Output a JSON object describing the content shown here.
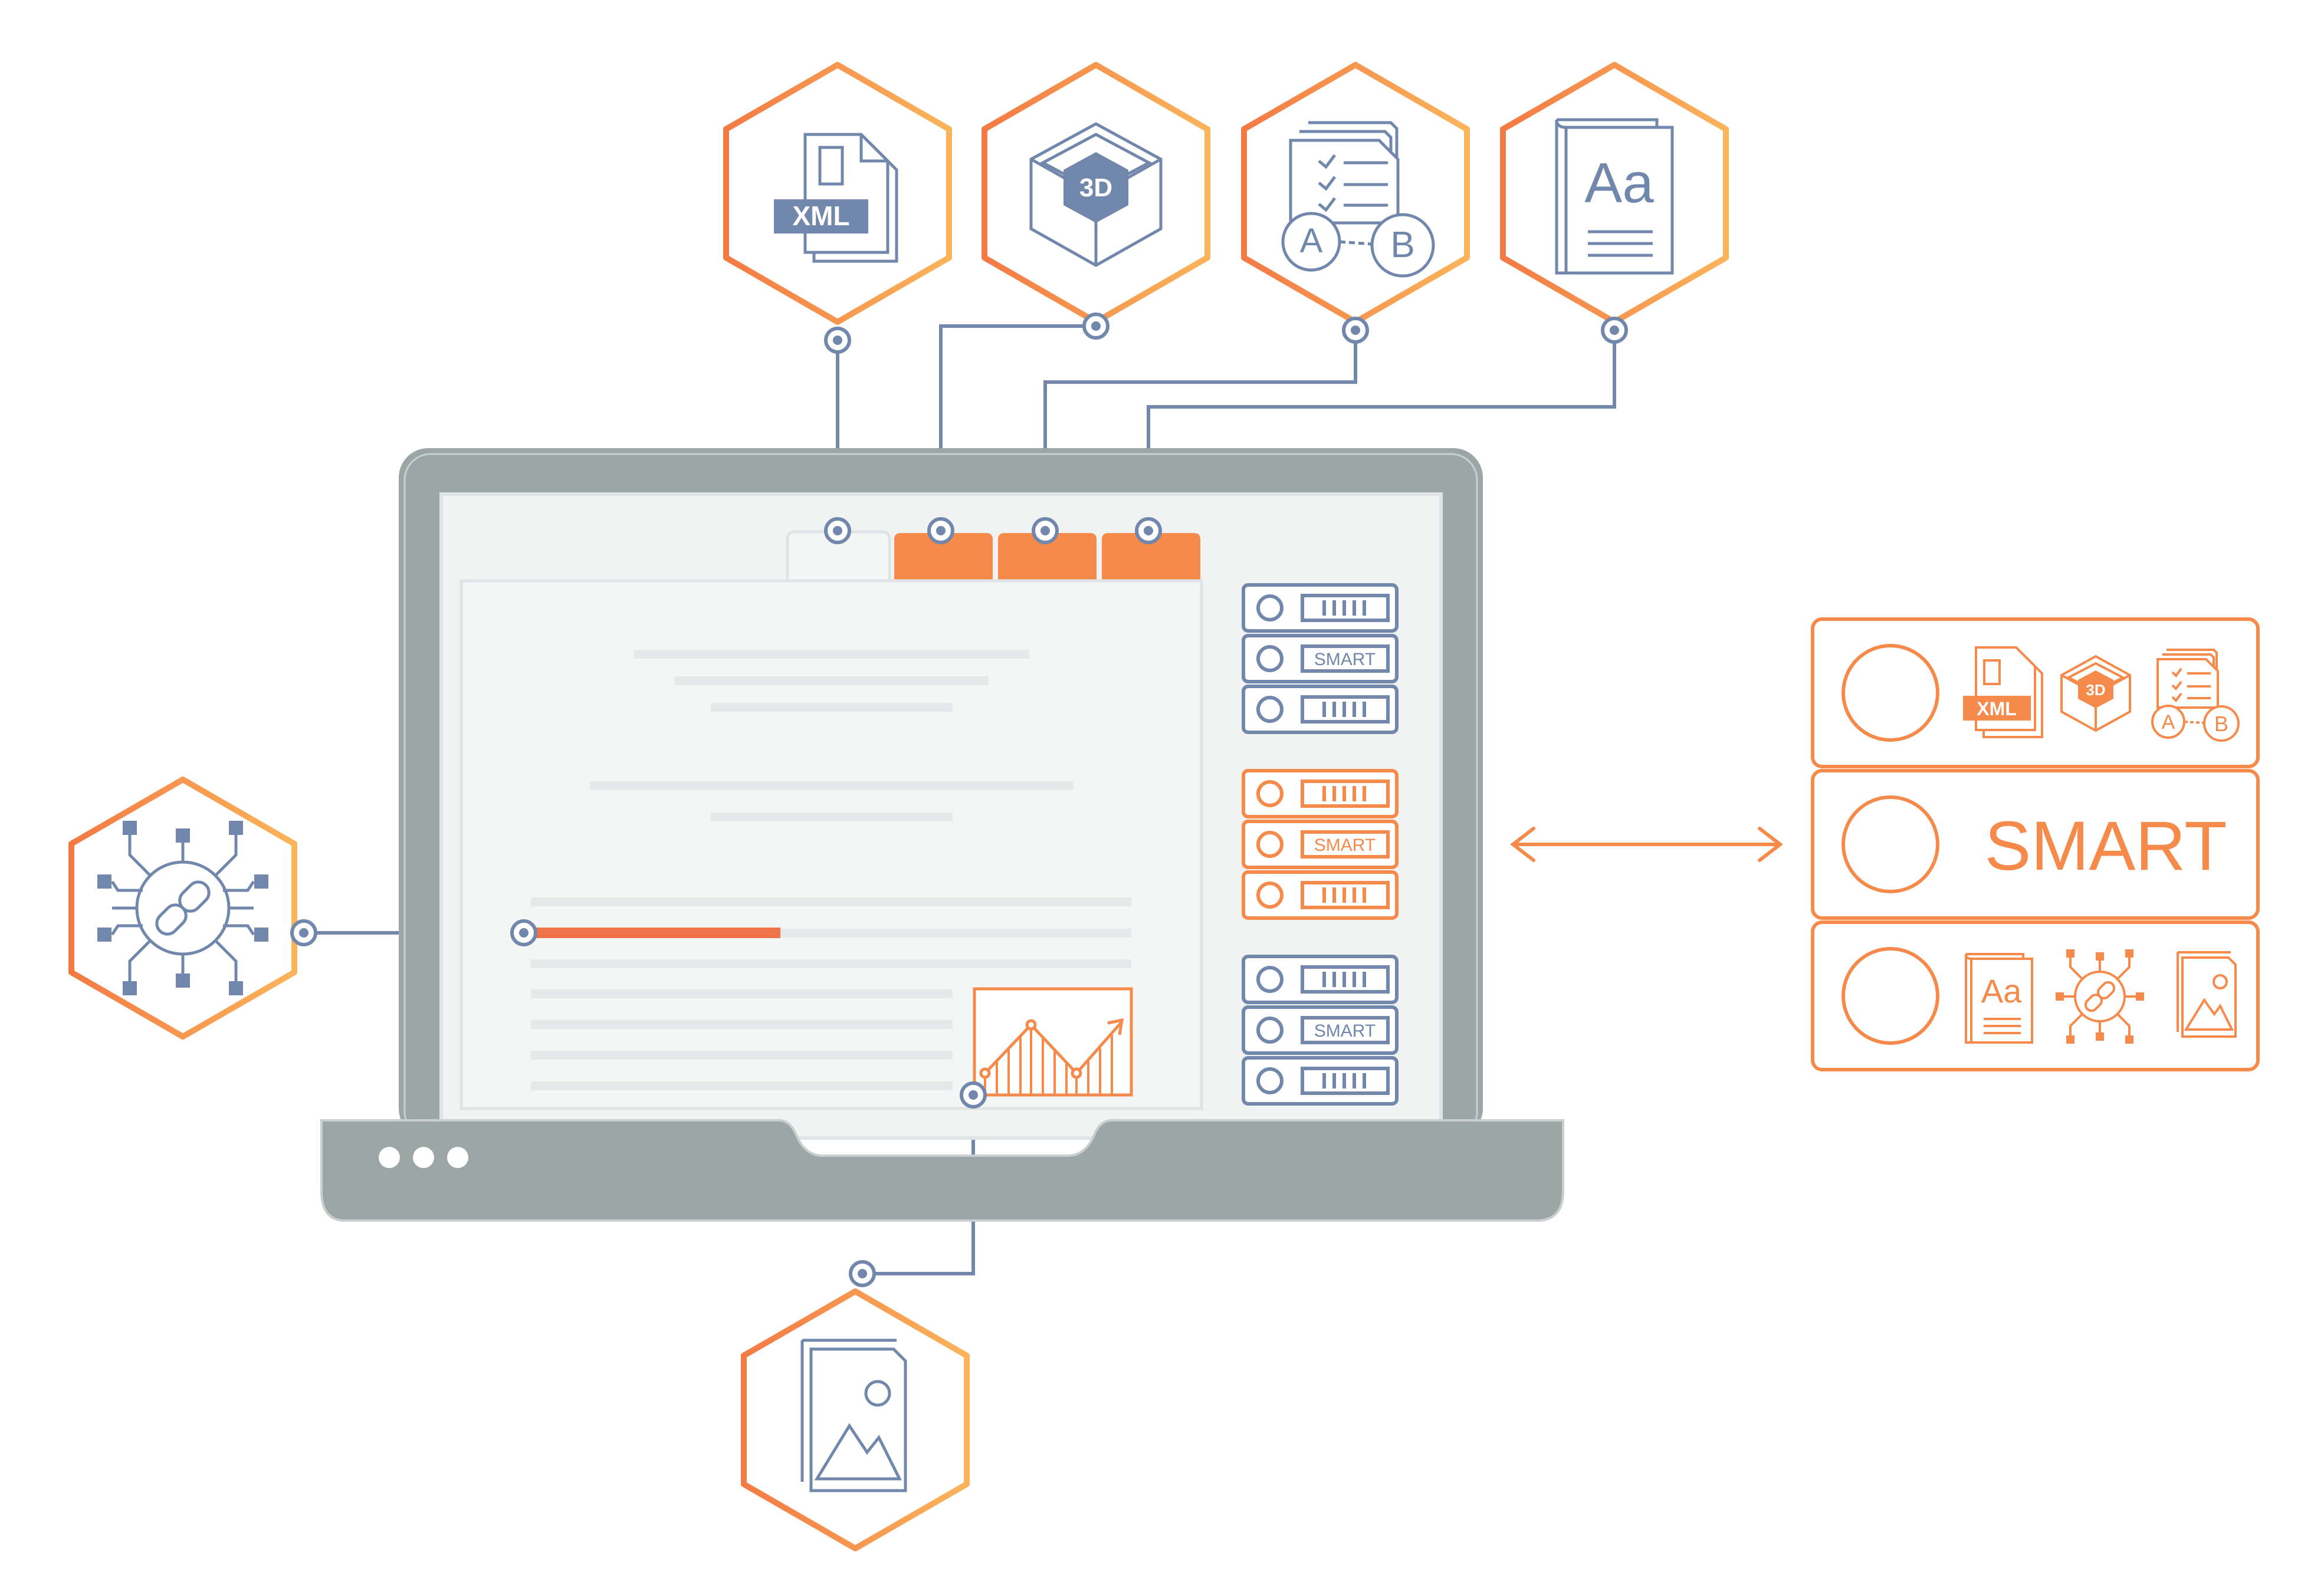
{
  "colors": {
    "orange": "#f58a4b",
    "orange_light": "#fbb35a",
    "blue": "#7187ab",
    "laptop_gray": "#9ca7a5",
    "screen_bg": "#f7f7f7",
    "line_gray": "#e6e8ea"
  },
  "hexagons": [
    {
      "name": "xml-document",
      "icon": "xml-file-icon",
      "text": "XML"
    },
    {
      "name": "3d-model",
      "icon": "cube-3d-icon",
      "text": "3D"
    },
    {
      "name": "ab-compare",
      "icon": "ab-documents-icon",
      "text_a": "A",
      "text_b": "B"
    },
    {
      "name": "dictionary",
      "icon": "book-icon",
      "text": "Aa"
    },
    {
      "name": "links",
      "icon": "link-network-icon"
    },
    {
      "name": "images",
      "icon": "image-files-icon"
    }
  ],
  "server_stacks": [
    {
      "color": "blue",
      "middle_label": "SMART"
    },
    {
      "color": "orange",
      "middle_label": "SMART"
    },
    {
      "color": "blue",
      "middle_label": "SMART"
    }
  ],
  "smart_panel": {
    "rows": [
      {
        "icons": [
          "xml-file-icon",
          "cube-3d-icon",
          "ab-documents-icon"
        ],
        "xml": "XML",
        "three_d": "3D",
        "a": "A",
        "b": "B"
      },
      {
        "label": "SMART"
      },
      {
        "icons": [
          "book-icon",
          "link-network-icon",
          "image-files-icon"
        ],
        "aa": "Aa"
      }
    ]
  }
}
